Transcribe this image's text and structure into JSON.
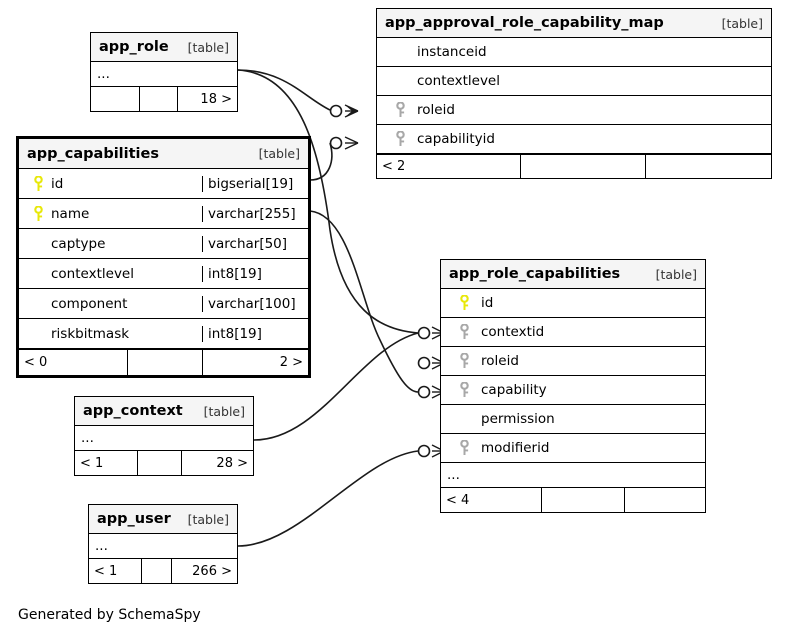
{
  "diagram": {
    "footer_note": "Generated by SchemaSpy",
    "table_tag": "[table]",
    "ellipsis": "...",
    "colors": {
      "primary_key": "#e8e80a",
      "foreign_key": "#a8a8a8",
      "header_bg": "#f5f5f5",
      "border": "#000000",
      "background": "#ffffff"
    }
  },
  "tables": [
    {
      "id": "app_role",
      "name": "app_role",
      "tag": "[table]",
      "focal": false,
      "has_ellipsis_row": true,
      "columns": [],
      "footer": [
        {
          "text": "",
          "align": "left"
        },
        {
          "text": "",
          "align": "left"
        },
        {
          "text": "18 >",
          "align": "right"
        }
      ]
    },
    {
      "id": "app_approval_role_capability_map",
      "name": "app_approval_role_capability_map",
      "tag": "[table]",
      "focal": false,
      "has_ellipsis_row": false,
      "columns": [
        {
          "name": "instanceid",
          "key": "none",
          "type": ""
        },
        {
          "name": "contextlevel",
          "key": "none",
          "type": ""
        },
        {
          "name": "roleid",
          "key": "foreign",
          "type": ""
        },
        {
          "name": "capabilityid",
          "key": "foreign",
          "type": ""
        }
      ],
      "footer": [
        {
          "text": "< 2",
          "align": "left"
        },
        {
          "text": "",
          "align": "left"
        },
        {
          "text": "",
          "align": "left"
        }
      ]
    },
    {
      "id": "app_capabilities",
      "name": "app_capabilities",
      "tag": "[table]",
      "focal": true,
      "has_ellipsis_row": false,
      "columns": [
        {
          "name": "id",
          "key": "primary",
          "type": "bigserial[19]"
        },
        {
          "name": "name",
          "key": "primary",
          "type": "varchar[255]"
        },
        {
          "name": "captype",
          "key": "none",
          "type": "varchar[50]"
        },
        {
          "name": "contextlevel",
          "key": "none",
          "type": "int8[19]"
        },
        {
          "name": "component",
          "key": "none",
          "type": "varchar[100]"
        },
        {
          "name": "riskbitmask",
          "key": "none",
          "type": "int8[19]"
        }
      ],
      "footer": [
        {
          "text": "< 0",
          "align": "left"
        },
        {
          "text": "",
          "align": "left"
        },
        {
          "text": "2 >",
          "align": "right"
        }
      ]
    },
    {
      "id": "app_role_capabilities",
      "name": "app_role_capabilities",
      "tag": "[table]",
      "focal": false,
      "has_ellipsis_row": true,
      "columns": [
        {
          "name": "id",
          "key": "primary",
          "type": ""
        },
        {
          "name": "contextid",
          "key": "foreign",
          "type": ""
        },
        {
          "name": "roleid",
          "key": "foreign",
          "type": ""
        },
        {
          "name": "capability",
          "key": "foreign",
          "type": ""
        },
        {
          "name": "permission",
          "key": "none",
          "type": ""
        },
        {
          "name": "modifierid",
          "key": "foreign",
          "type": ""
        }
      ],
      "footer": [
        {
          "text": "< 4",
          "align": "left"
        },
        {
          "text": "",
          "align": "left"
        },
        {
          "text": "",
          "align": "left"
        }
      ]
    },
    {
      "id": "app_context",
      "name": "app_context",
      "tag": "[table]",
      "focal": false,
      "has_ellipsis_row": true,
      "columns": [],
      "footer": [
        {
          "text": "< 1",
          "align": "left"
        },
        {
          "text": "",
          "align": "left"
        },
        {
          "text": "28 >",
          "align": "right"
        }
      ]
    },
    {
      "id": "app_user",
      "name": "app_user",
      "tag": "[table]",
      "focal": false,
      "has_ellipsis_row": true,
      "columns": [],
      "footer": [
        {
          "text": "< 1",
          "align": "left"
        },
        {
          "text": "",
          "align": "left"
        },
        {
          "text": "266 >",
          "align": "right"
        }
      ]
    }
  ],
  "relationships": [
    {
      "from": "app_role",
      "to": "app_approval_role_capability_map.roleid",
      "cardinality": "zero-or-many"
    },
    {
      "from": "app_capabilities.id",
      "to": "app_approval_role_capability_map.capabilityid",
      "cardinality": "zero-or-many"
    },
    {
      "from": "app_role",
      "to": "app_role_capabilities.roleid",
      "cardinality": "zero-or-many"
    },
    {
      "from": "app_capabilities.name",
      "to": "app_role_capabilities.capability",
      "cardinality": "zero-or-many"
    },
    {
      "from": "app_context",
      "to": "app_role_capabilities.contextid",
      "cardinality": "zero-or-many"
    },
    {
      "from": "app_user",
      "to": "app_role_capabilities.modifierid",
      "cardinality": "zero-or-many"
    }
  ]
}
